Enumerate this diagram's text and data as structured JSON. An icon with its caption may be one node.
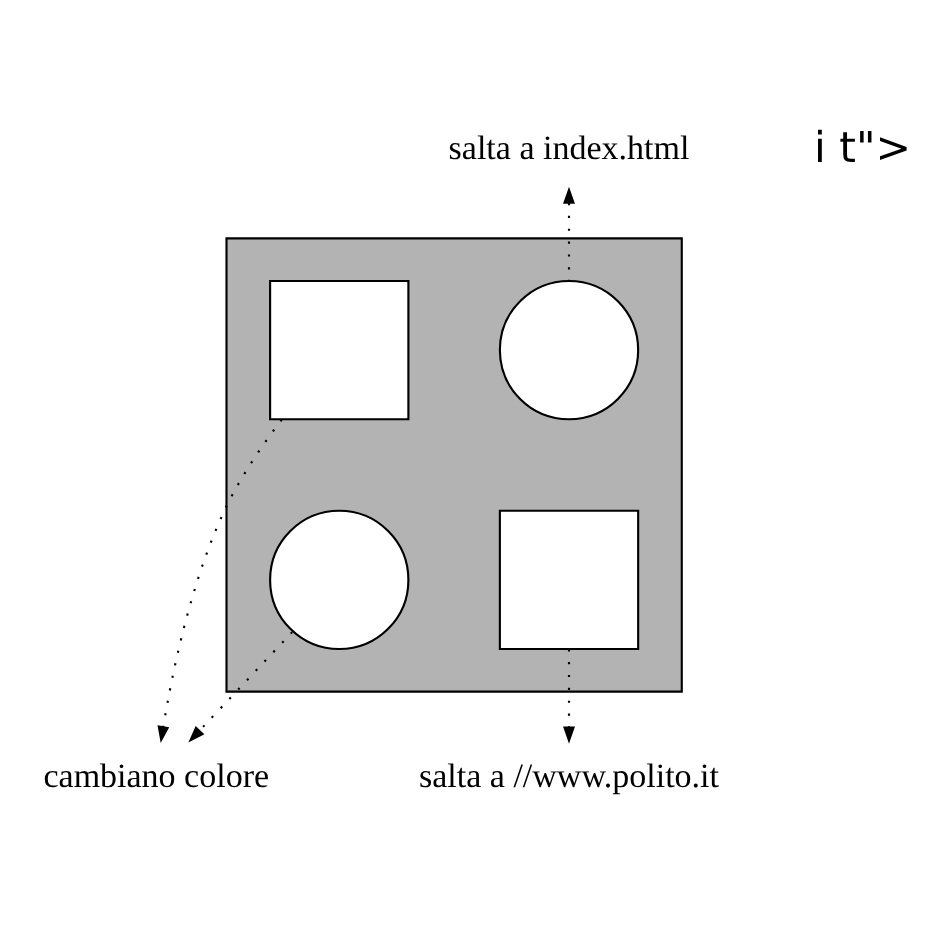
{
  "diagram": {
    "nodes": [
      {
        "text": [],
        "shape": "box"
      },
      {
        "text": [],
        "shape": "box",
        "in": 0
      },
      {
        "text": [],
        "shape": "circle",
        "in": 0
      },
      {
        "text": [],
        "shape": "circle",
        "in": 0
      },
      {
        "text": [],
        "shape": "box",
        "in": 0
      },
      {
        "text": [
          "salta a index.html"
        ]
      },
      {
        "text": [
          "cambiano colore"
        ]
      },
      {
        "text": [
          "salta a //www.polito.it"
        ]
      }
    ],
    "edges": [
      {
        "from": 2,
        "to": 5,
        "arrow": "to"
      },
      {
        "from": 1,
        "to": 6,
        "arrow": "to"
      },
      {
        "from": 3,
        "to": 6,
        "arrow": "to"
      },
      {
        "from": 4,
        "to": 7,
        "arrow": "to"
      }
    ],
    "labels": [
      "i t\">"
    ]
  }
}
